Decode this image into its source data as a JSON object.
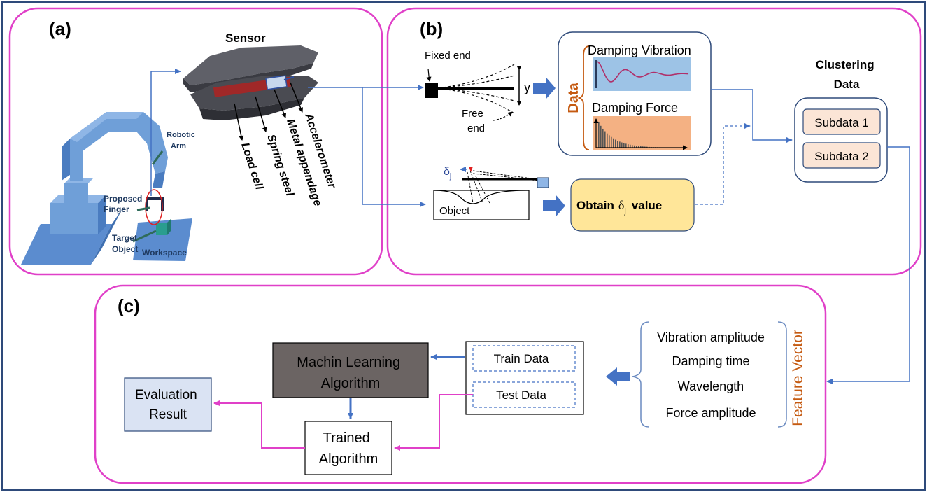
{
  "colors": {
    "outer_border": "#2e4a7a",
    "panel_border": "#e040c8",
    "arrow_blue": "#4472c4",
    "arrow_magenta": "#e040c8",
    "feature_orange": "#c55a11",
    "ml_box": "#6b6463",
    "eval_box": "#dae3f3",
    "obtain_box": "#ffe699",
    "subdata_box": "#fbe5d6",
    "vib_plot": "#9dc3e6",
    "force_plot": "#f4b183",
    "robot_blue": "#6f9fd8"
  },
  "panel_a": {
    "label": "(a)",
    "sensor_title": "Sensor",
    "robotic_arm": [
      "Robotic",
      "Arm"
    ],
    "proposed_finger": [
      "Proposed",
      "Finger"
    ],
    "target_object": [
      "Target",
      "Object"
    ],
    "workspace": "Workspace",
    "parts": [
      "Load cell",
      "Spring steel",
      "Metal appendage",
      "Accelerometer"
    ]
  },
  "panel_b": {
    "label": "(b)",
    "fixed_end": "Fixed end",
    "free_end": [
      "Free",
      "end"
    ],
    "y_label": "y",
    "data_label": "Data",
    "damping_vibration": "Damping Vibration",
    "damping_force": "Damping Force",
    "delta_symbol": "δ",
    "delta_sub": "j",
    "object": "Object",
    "obtain_pre": "Obtain",
    "obtain_post": "value",
    "clustering": [
      "Clustering",
      "Data"
    ],
    "subdata": [
      "Subdata 1",
      "Subdata 2"
    ]
  },
  "panel_c": {
    "label": "(c)",
    "ml_algorithm": [
      "Machin Learning",
      "Algorithm"
    ],
    "train_data": "Train Data",
    "test_data": "Test Data",
    "evaluation": [
      "Evaluation",
      "Result"
    ],
    "trained": [
      "Trained",
      "Algorithm"
    ]
  },
  "feature_vector": {
    "title": "Feature Vector",
    "items": [
      "Vibration amplitude",
      "Damping time",
      "Wavelength",
      "Force amplitude"
    ]
  }
}
